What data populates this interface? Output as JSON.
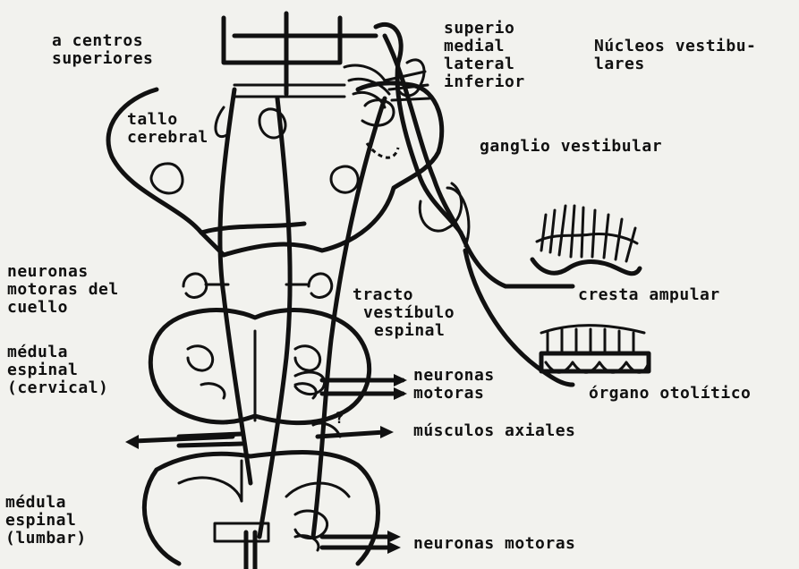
{
  "labels": {
    "higher_centers": [
      "a centros",
      "superiores"
    ],
    "nuclei_list": [
      "superio",
      "medial",
      "lateral",
      "inferior"
    ],
    "vestibular_nuclei": [
      "Núcleos vestibu-",
      "lares"
    ],
    "brainstem": [
      "tallo",
      "cerebral"
    ],
    "vestibular_ganglion": "ganglio vestibular",
    "neck_motor_neurons": [
      "neuronas",
      "motoras del",
      "cuello"
    ],
    "vestibulospinal_tract": [
      "tracto",
      "vestíbulo",
      "espinal"
    ],
    "ampullary_crest": "cresta ampular",
    "cervical_cord": [
      "médula",
      "espinal",
      "(cervical)"
    ],
    "motor_neurons_cervical": [
      "neuronas",
      "motoras"
    ],
    "otolith_organ": "órgano otolítico",
    "question_mark": "?",
    "axial_muscles": "músculos axiales",
    "lumbar_cord": [
      "médula",
      "espinal",
      "(lumbar)"
    ],
    "motor_neurons_lumbar": "neuronas motoras"
  },
  "colors": {
    "ink": "#111111",
    "paper": "#f2f2ee"
  }
}
